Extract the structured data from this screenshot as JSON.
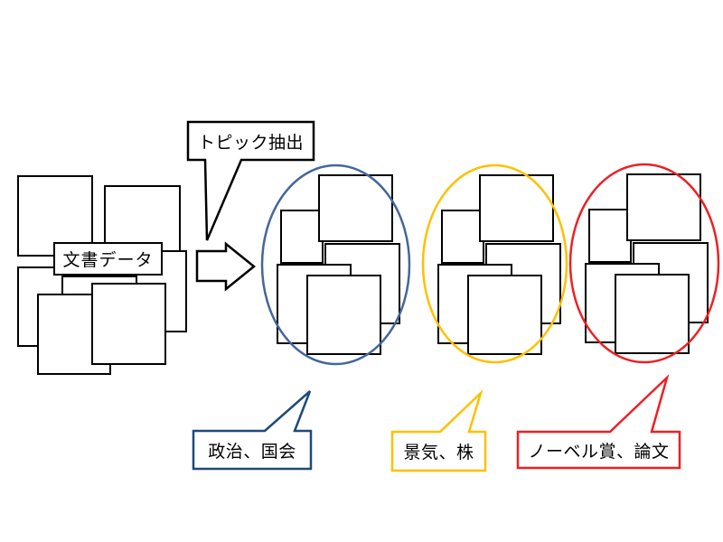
{
  "diagram": {
    "source": {
      "label": "文書データ"
    },
    "process": {
      "label": "トピック抽出"
    },
    "clusters": [
      {
        "name": "politics",
        "label": "政治、国会",
        "color": "#1F497D",
        "ellipse_color": "#44679B"
      },
      {
        "name": "economy",
        "label": "景気、株",
        "color": "#FFC000",
        "ellipse_color": "#FFC000"
      },
      {
        "name": "nobel",
        "label": "ノーベル賞、論文",
        "color": "#ED2024",
        "ellipse_color": "#ED2024"
      }
    ],
    "colors": {
      "background": "#FFFFFF",
      "document_outline": "#000000"
    }
  }
}
